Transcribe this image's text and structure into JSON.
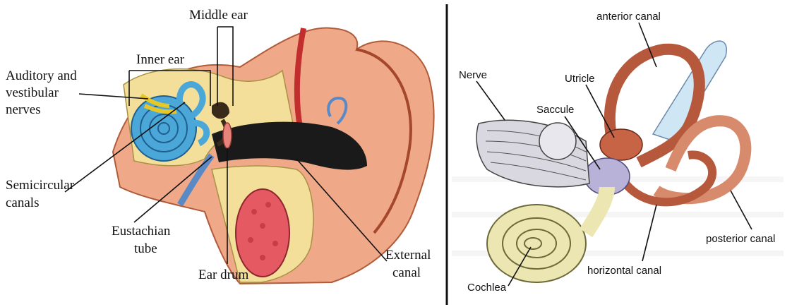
{
  "left_panel": {
    "labels": {
      "middle_ear": "Middle ear",
      "inner_ear": "Inner ear",
      "auditory_line1": "Auditory and",
      "auditory_line2": "vestibular",
      "auditory_line3": "nerves",
      "semicircular_line1": "Semicircular",
      "semicircular_line2": "canals",
      "eustachian_line1": "Eustachian",
      "eustachian_line2": "tube",
      "ear_drum": "Ear drum",
      "external_line1": "External",
      "external_line2": "canal"
    }
  },
  "right_panel": {
    "labels": {
      "anterior_canal": "anterior canal",
      "nerve": "Nerve",
      "utricle": "Utricle",
      "saccule": "Saccule",
      "posterior_canal": "posterior canal",
      "horizontal_canal": "horizontal canal",
      "cochlea": "Cochlea"
    }
  },
  "colors": {
    "skin": "#f0a988",
    "bone": "#f3df9a",
    "canal": "#1a1a1a",
    "cochlea_blue": "#4aa7d8",
    "gland": "#e55a62",
    "canal_brown": "#b6583c",
    "cochlea_cream": "#ece6b2",
    "vestibule_lavender": "#b8b2d8"
  }
}
